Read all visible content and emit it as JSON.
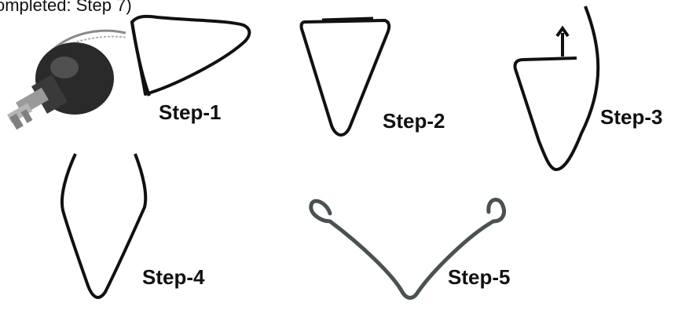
{
  "caption": "ompleted: Step 7)",
  "steps": [
    {
      "label": "Step-1"
    },
    {
      "label": "Step-2"
    },
    {
      "label": "Step-3"
    },
    {
      "label": "Step-4"
    },
    {
      "label": "Step-5"
    }
  ],
  "colors": {
    "wire": "#111111",
    "wire_final": "#4a5152",
    "tool_body": "#2a2a2a",
    "tool_metal": "#9a9a9a"
  },
  "icons": [
    "wire-bending-pliers-icon",
    "up-arrow-icon"
  ]
}
